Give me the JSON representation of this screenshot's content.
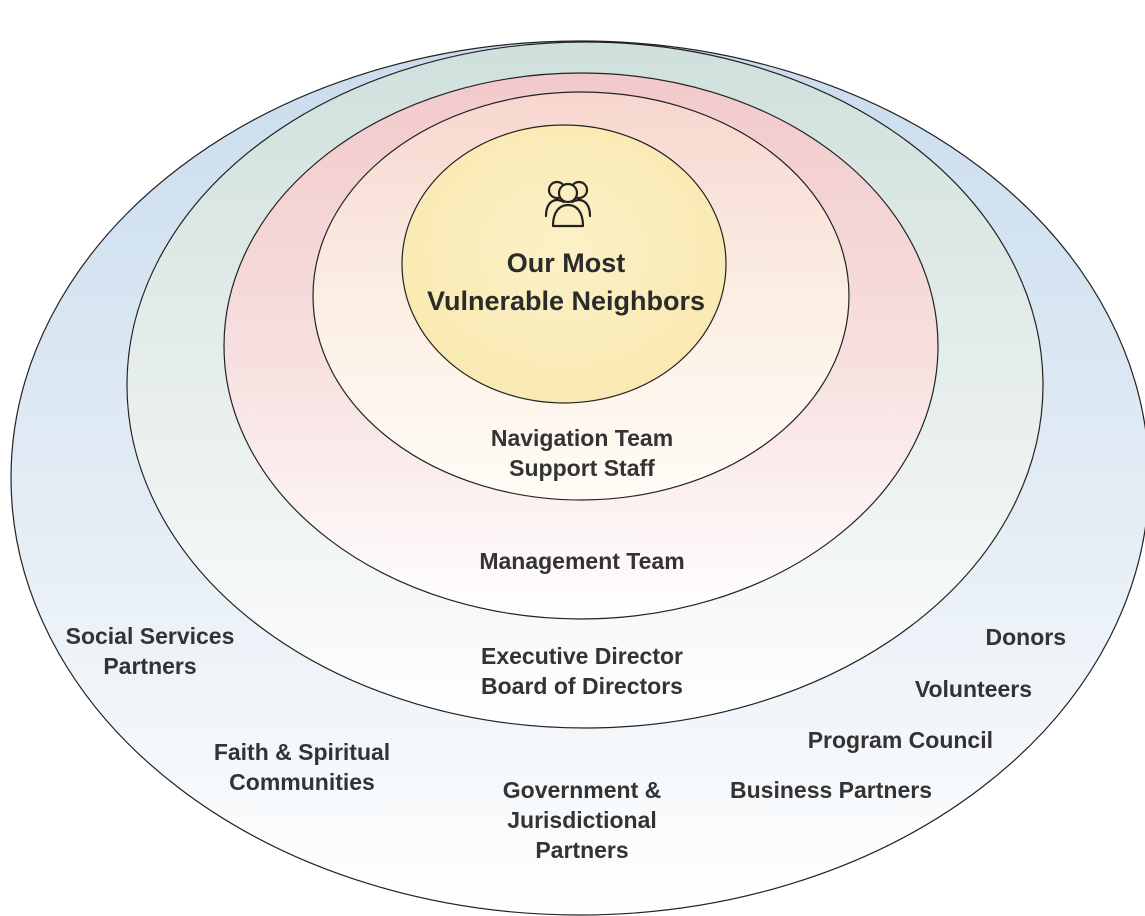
{
  "center": {
    "icon": "people-group-icon",
    "title_line1": "Our Most",
    "title_line2": "Vulnerable Neighbors"
  },
  "rings": {
    "navigation": {
      "line1": "Navigation Team",
      "line2": "Support Staff"
    },
    "management": {
      "line1": "Management Team"
    },
    "executive": {
      "line1": "Executive Director",
      "line2": "Board of Directors"
    },
    "community": {
      "social_services": {
        "line1": "Social Services",
        "line2": "Partners"
      },
      "faith": {
        "line1": "Faith & Spiritual",
        "line2": "Communities"
      },
      "government": {
        "line1": "Government &",
        "line2": "Jurisdictional",
        "line3": "Partners"
      },
      "business": "Business Partners",
      "program_council": "Program Council",
      "volunteers": "Volunteers",
      "donors": "Donors"
    }
  },
  "colors": {
    "outer_ring_top": "#c9dcee",
    "second_ring_top": "#cfe0dc",
    "pink_ring_top": "#f2c9cb",
    "center_fill": "#fbedb9",
    "outline": "#222222"
  }
}
